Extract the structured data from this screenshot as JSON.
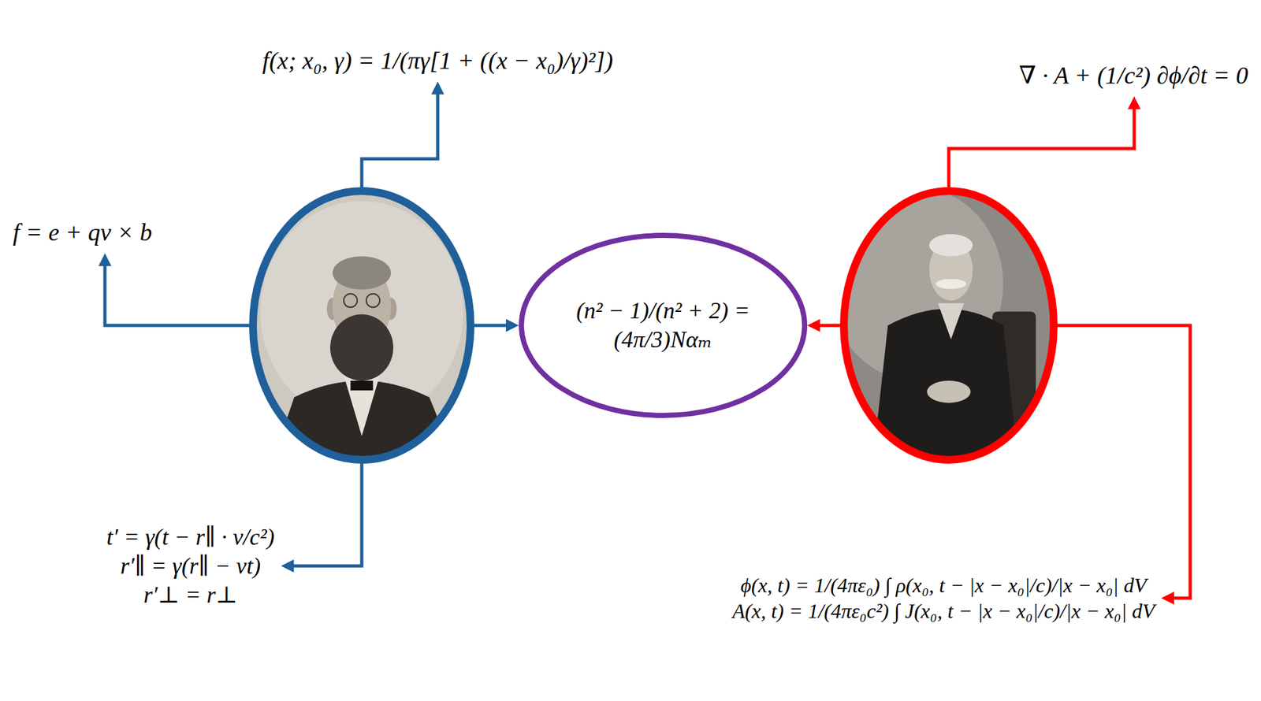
{
  "diagram": {
    "nodes": [
      {
        "text": [
          "f(x; x₀, γ) = 1/(πγ[1 + ((x − x₀)/γ)²])"
        ]
      },
      {
        "text": [
          "∇ · A + (1/c²) ∂ϕ/∂t = 0"
        ]
      },
      {
        "text": [
          "f = e + qv × b"
        ]
      },
      {
        "text": []
      },
      {
        "text": [
          "(n² − 1)/(n² + 2) = (4π/3)Nαₘ"
        ]
      },
      {
        "text": []
      },
      {
        "text": [
          "t′ = γ(t − r∥ · v/c²)",
          "r′∥ = γ(r∥ − vt)",
          "r′⊥ = r⊥"
        ]
      },
      {
        "text": [
          "ϕ(x, t) = 1/(4πε₀) ∫ ρ(x₀, t − |x − x₀|/c)/|x − x₀| dV",
          "A(x, t) = 1/(4πε₀c²) ∫ J(x₀, t − |x − x₀|/c)/|x − x₀| dV"
        ]
      }
    ],
    "edges": [
      {
        "from": 3,
        "to": 0,
        "arrow": "to"
      },
      {
        "from": 3,
        "to": 2,
        "arrow": "to"
      },
      {
        "from": 3,
        "to": 4,
        "arrow": "to"
      },
      {
        "from": 3,
        "to": 6,
        "arrow": "to"
      },
      {
        "from": 5,
        "to": 1,
        "arrow": "to"
      },
      {
        "from": 5,
        "to": 4,
        "arrow": "to"
      },
      {
        "from": 5,
        "to": 7,
        "arrow": "to"
      }
    ]
  }
}
